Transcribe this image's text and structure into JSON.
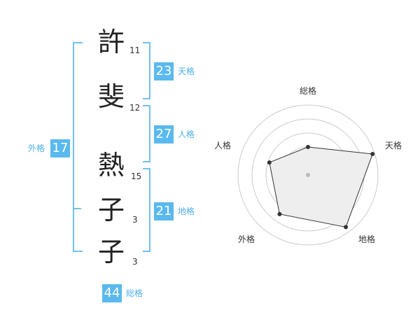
{
  "name_chars": [
    {
      "char": "許",
      "strokes": "11"
    },
    {
      "char": "斐",
      "strokes": "12"
    },
    {
      "char": "熱",
      "strokes": "15"
    },
    {
      "char": "子",
      "strokes": "3"
    },
    {
      "char": "子",
      "strokes": "3"
    }
  ],
  "fortune": {
    "tenkaku": {
      "value": "23",
      "label": "天格"
    },
    "jinkaku": {
      "value": "27",
      "label": "人格"
    },
    "chikaku": {
      "value": "21",
      "label": "地格"
    },
    "gaikaku": {
      "value": "17",
      "label": "外格"
    },
    "soukaku": {
      "value": "44",
      "label": "総格"
    }
  },
  "radar": {
    "labels": [
      "総格",
      "天格",
      "地格",
      "外格",
      "人格"
    ],
    "values": [
      0.4,
      0.97,
      0.92,
      0.69,
      0.58
    ],
    "colors": {
      "fill": "#eeeeee",
      "stroke": "#333333",
      "grid": "#cccccc",
      "center": "#bbbbbb"
    }
  }
}
